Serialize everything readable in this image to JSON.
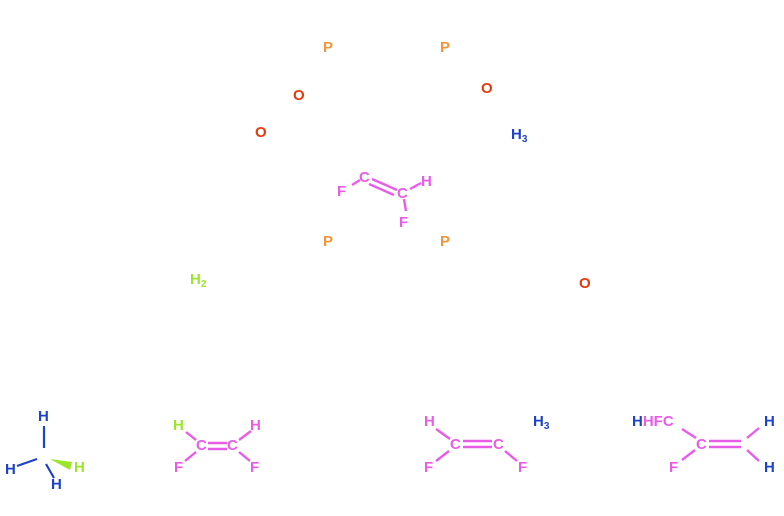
{
  "colors": {
    "phosphorus": "#f0963a",
    "oxygen": "#e8380d",
    "hydrogen": "#1f43c8",
    "fluoroalkene": "#e95ce8",
    "h2": "#9be52b"
  },
  "complex": {
    "p_top_left": "P",
    "p_top_right": "P",
    "o_upper_left": "O",
    "o_upper_right": "O",
    "o_left": "O",
    "h3_right": "H",
    "h3_sub": "3",
    "alkene_c1": "C",
    "alkene_c2": "C",
    "alkene_f1": "F",
    "alkene_f2": "F",
    "alkene_h": "H",
    "p_bottom_left": "P",
    "p_bottom_right": "P"
  },
  "side": {
    "h2_label": "H",
    "h2_sub": "2",
    "o_right": "O"
  },
  "products": {
    "methane": {
      "h_top": "H",
      "h_left": "H",
      "h_right": "H",
      "h_bottom": "H"
    },
    "difluoro_a": {
      "h_tl": "H",
      "c1": "C",
      "c2": "C",
      "h_tr": "H",
      "f_bl": "F",
      "f_br": "F"
    },
    "difluoro_b": {
      "h_tl": "H",
      "c1": "C",
      "c2": "C",
      "f_bl": "F",
      "f_br": "F",
      "h3": "H",
      "h3_sub": "3"
    },
    "trifluoro": {
      "prefix": "HHFC",
      "c2": "C",
      "h_tr": "H",
      "h_br": "H",
      "f_bl": "F"
    }
  }
}
